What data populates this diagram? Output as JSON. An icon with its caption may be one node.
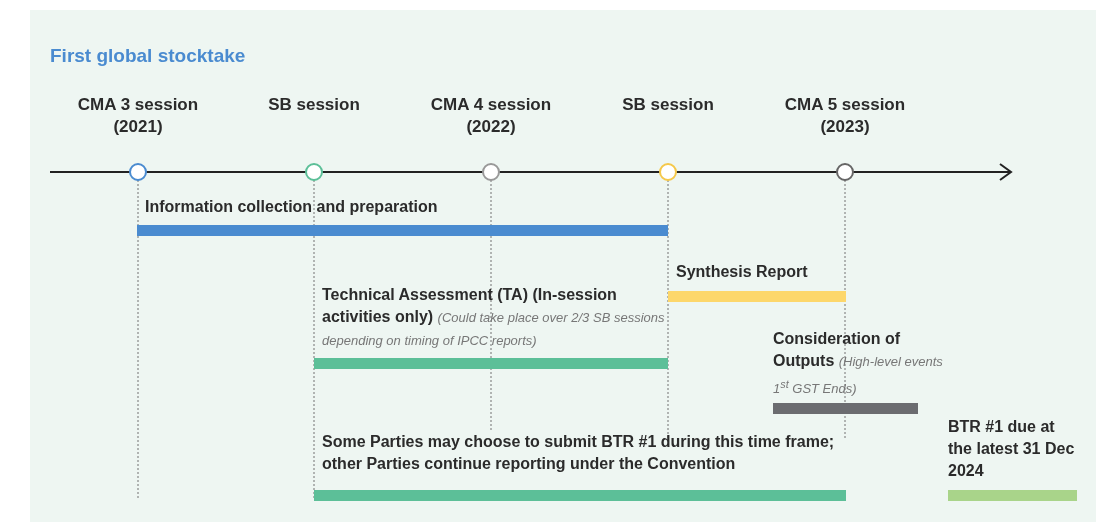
{
  "diagram": {
    "title": "First global stocktake",
    "labels": [
      "CMA 3 session (2021)",
      "SB session",
      "CMA 4 session (2022)",
      "SB session",
      "CMA 5 session (2023)",
      "Information collection and preparation",
      "Synthesis Report",
      "Technical Assessment (TA) (In-session activities only) *(Could take place over 2/3 SB sessions depending on timing of IPCC reports)*",
      "Consideration of Outputs *(High-level events 1$^{st}$ GST Ends)*",
      "Some Parties may choose to submit BTR #1 during this time frame; other Parties continue reporting under the Convention",
      "BTR #1 due at the latest 31 Dec 2024"
    ]
  }
}
